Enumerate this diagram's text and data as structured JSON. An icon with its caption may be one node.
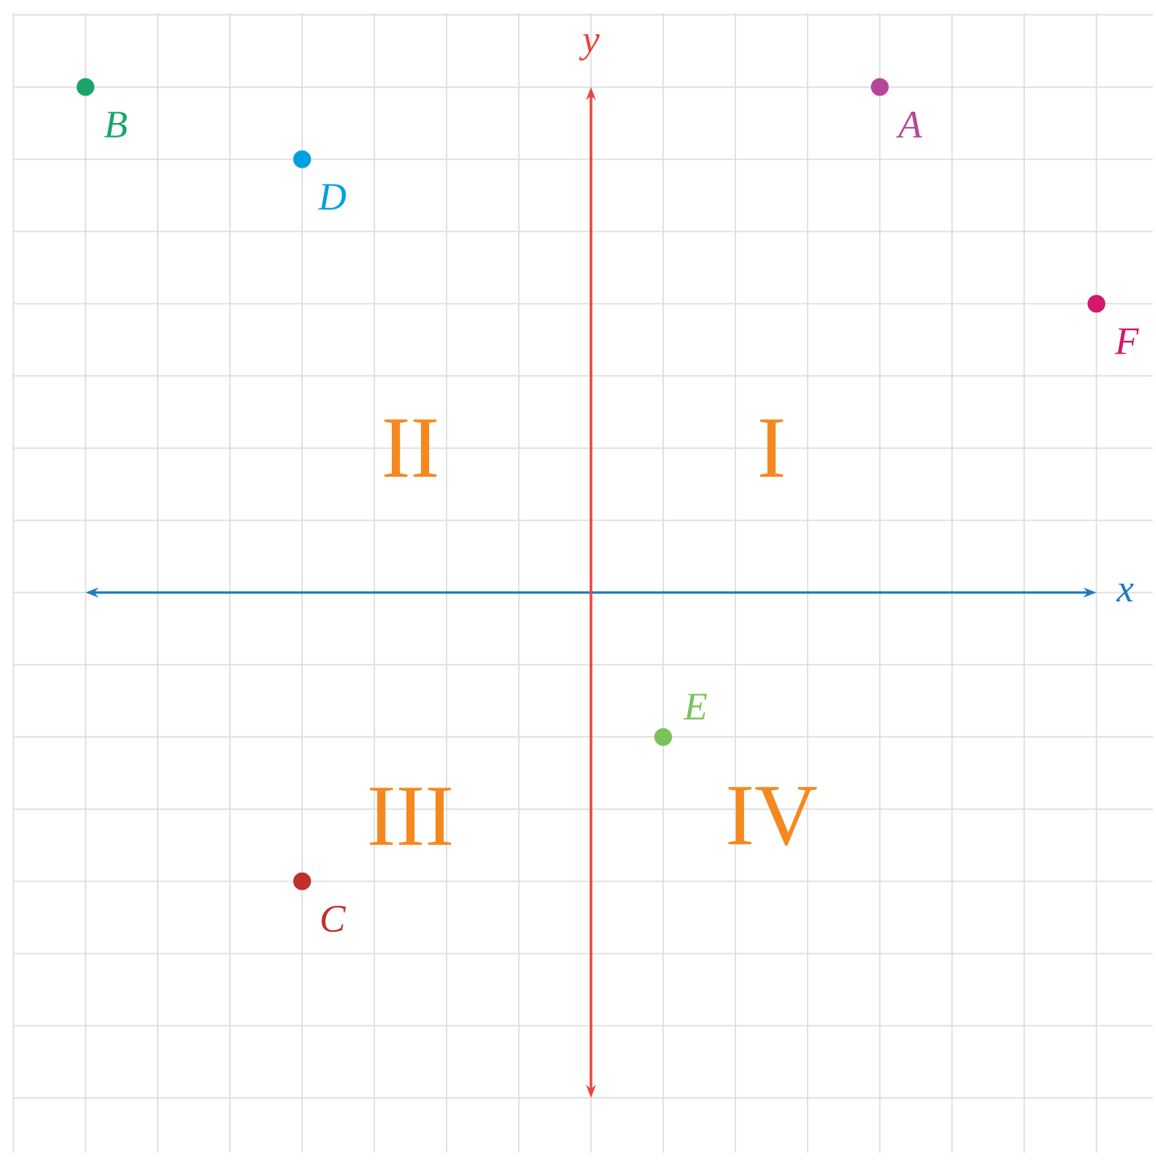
{
  "diagram": {
    "nodes": [
      {
        "text": [],
        "shape": "circle",
        "beside": [
          "B"
        ]
      },
      {
        "text": [],
        "shape": "circle",
        "beside": [
          "A"
        ]
      },
      {
        "text": [],
        "shape": "circle",
        "beside": [
          "D"
        ]
      },
      {
        "text": [],
        "shape": "circle",
        "beside": [
          "F"
        ]
      },
      {
        "text": [],
        "shape": "circle",
        "beside": [
          "E"
        ]
      },
      {
        "text": [],
        "shape": "circle",
        "beside": [
          "C"
        ]
      }
    ],
    "edges": [],
    "labels": [
      "y",
      "x",
      "II",
      "I",
      "III",
      "IV"
    ]
  }
}
